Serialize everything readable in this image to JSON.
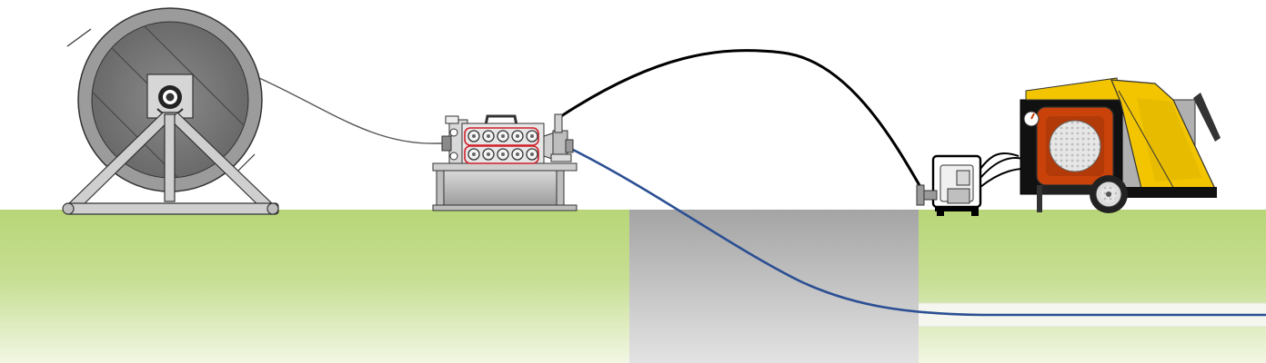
{
  "diagram": {
    "components": [
      {
        "id": "cable-drum",
        "icon": "cable-drum-icon"
      },
      {
        "id": "cable-pusher",
        "icon": "cable-pusher-icon"
      },
      {
        "id": "hydraulic-pump",
        "icon": "hydraulic-pump-icon"
      },
      {
        "id": "compressor-trailer",
        "icon": "compressor-trailer-icon"
      }
    ],
    "lines": [
      {
        "id": "drum-to-pusher-cable",
        "color": "#555555"
      },
      {
        "id": "blowing-hose",
        "color": "#000000"
      },
      {
        "id": "fiber-duct",
        "color": "#2b4f93"
      }
    ],
    "colors": {
      "ground_top": "#b8d678",
      "ground_bottom": "#f2f7e4",
      "trench_top": "#a8a8a8",
      "trench_bottom": "#e0e0e0",
      "compressor_canopy": "#f2c500",
      "compressor_panel": "#c9420a",
      "pusher_rollers_outline": "#d0202a"
    }
  }
}
